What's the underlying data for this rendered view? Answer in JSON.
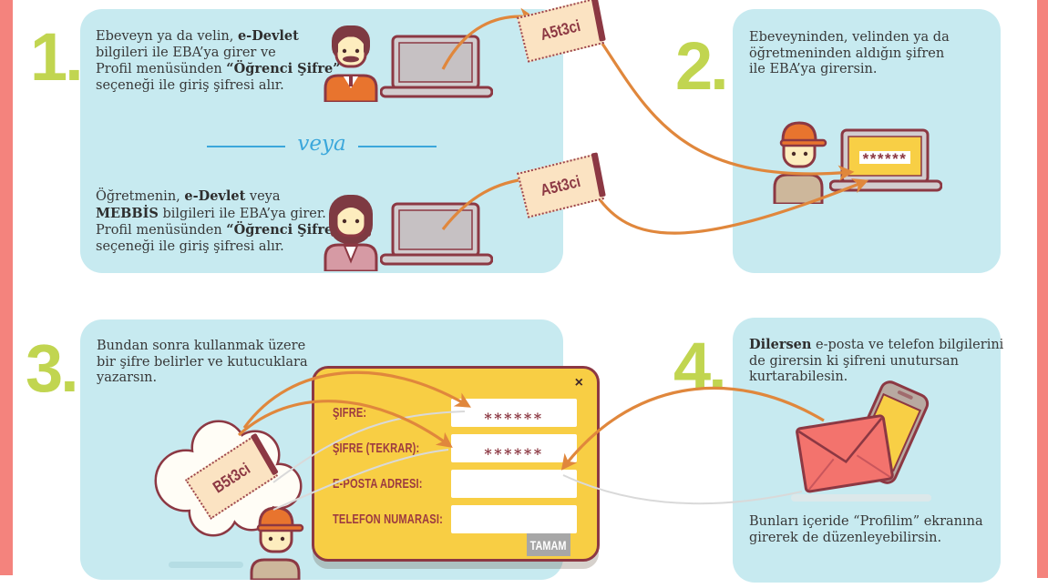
{
  "colors": {
    "accent_orange": "#e0873c",
    "step_number_lime": "#c1d550",
    "stripe_pink": "#f4837d",
    "panel_cyan": "#c7eaf0",
    "form_yellow": "#f8ce44",
    "outline_dark_red": "#8c3843",
    "divider_blue": "#3ba7db"
  },
  "step1": {
    "number": "1.",
    "text_top_lines": [
      [
        "Ebeveyn ya da velin, ",
        "e-Devlet"
      ],
      [
        "bilgileri ile EBA’ya girer ve"
      ],
      [
        "Profil menüsünden ",
        "“Öğrenci Şifre”"
      ],
      [
        "seçeneği ile giriş şifresi alır."
      ]
    ],
    "divider": "veya",
    "text_bottom_lines": [
      [
        "Öğretmenin, ",
        "e-Devlet",
        " veya"
      ],
      [
        "MEBBİS",
        " bilgileri ile EBA’ya girer."
      ],
      [
        "Profil menüsünden ",
        "“Öğrenci Şifre”"
      ],
      [
        "seçeneği ile giriş şifresi alır."
      ]
    ],
    "ticket_top": "A5t3ci",
    "ticket_bottom": "A5t3ci"
  },
  "step2": {
    "number": "2.",
    "text_lines": [
      "Ebeveyninden, velinden ya da",
      "öğretmeninden aldığın şifren",
      "ile EBA’ya girersin."
    ],
    "screen_password": "******"
  },
  "step3": {
    "number": "3.",
    "text_lines": [
      "Bundan sonra kullanmak üzere",
      "bir şifre belirler ve kutucuklara",
      "yazarsın."
    ],
    "cloud_ticket": "B5t3ci",
    "form": {
      "close": "×",
      "fields": [
        {
          "label": "ŞIFRE:",
          "value": "******"
        },
        {
          "label": "ŞIFRE (TEKRAR):",
          "value": "******"
        },
        {
          "label": "E-POSTA ADRESI:",
          "value": ""
        },
        {
          "label": "TELEFON NUMARASI:",
          "value": ""
        }
      ],
      "submit": "TAMAM"
    }
  },
  "step4": {
    "number": "4.",
    "text_lines": [
      [
        "Dilersen",
        " e-posta ve telefon bilgilerini"
      ],
      [
        "de girersin ki şifreni unutursan"
      ],
      [
        "kurtarabilesin."
      ]
    ],
    "text2_lines": [
      "Bunları içeride “Profilim” ekranına",
      "girerek de düzenleyebilirsin."
    ]
  }
}
